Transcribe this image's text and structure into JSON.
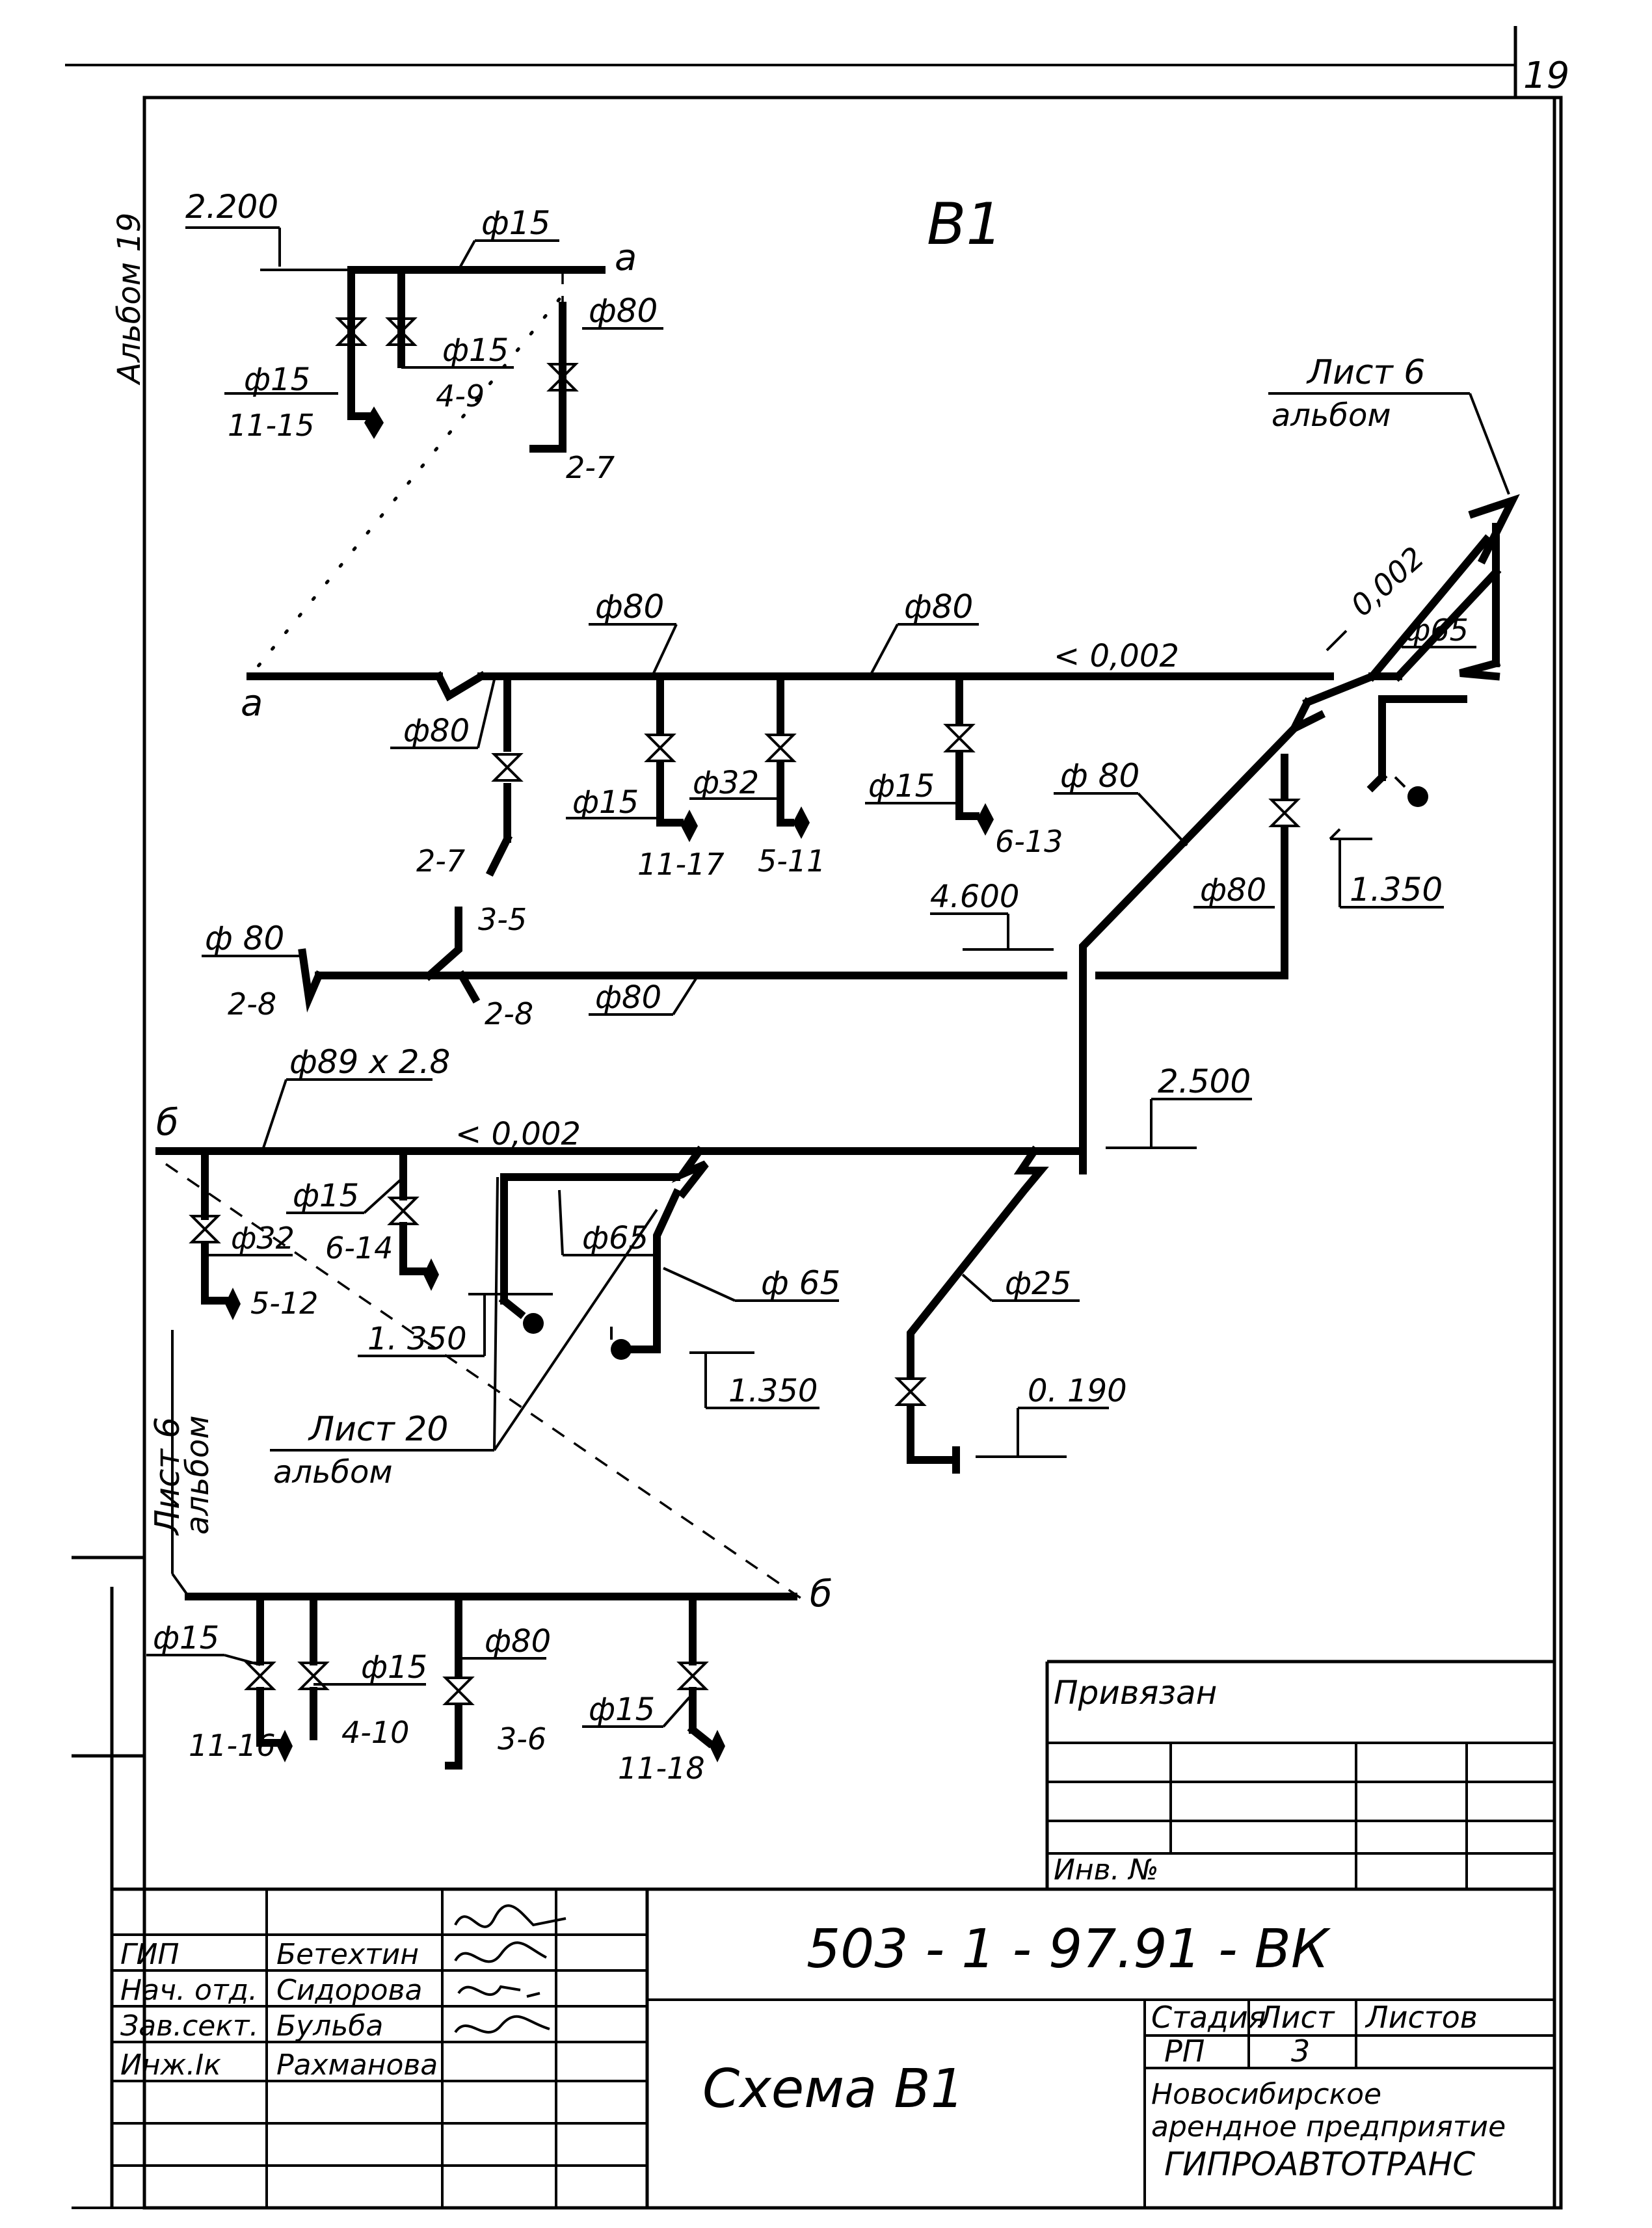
{
  "page": {
    "number": "19",
    "album_side": "Альбом 19",
    "scheme_title": "В1"
  },
  "stubs": {
    "a_left": "а",
    "a_right": "а",
    "b_top": "б",
    "b_bottom": "б"
  },
  "labels": {
    "d15_top": "ф15",
    "d80_top": "ф80",
    "d15_top_left": "ф15",
    "d15_top_mid": "ф15",
    "n_11_15": "11-15",
    "n_4_9": "4-9",
    "n_2_7_top": "2-7",
    "elev_2200": "2.200",
    "sheet6_top_a": "Лист 6",
    "sheet6_top_b": "альбом",
    "d80_main_1": "ф80",
    "d80_main_2": "ф80",
    "slope_main": "< 0,002",
    "slope_riser": "0,002",
    "d65_right": "ф65",
    "d80_br1": "ф80",
    "n_2_7_mid": "2-7",
    "d15_br2": "ф15",
    "n_11_17": "11-17",
    "d32_br3": "ф32",
    "n_5_11": "5-11",
    "d15_br4": "ф15",
    "n_6_13": "6-13",
    "d80_diag": "ф 80",
    "d80_right_drop": "ф80",
    "elev_1350_r": "1.350",
    "elev_4600": "4.600",
    "d80_left": "ф 80",
    "n_2_8_left": "2-8",
    "n_3_5": "3-5",
    "n_2_8_mid": "2-8",
    "d80_low": "ф80",
    "d89": "ф89 х 2.8",
    "slope_b": "< 0,002",
    "elev_2500": "2.500",
    "d15_b1": "ф15",
    "d32_b1": "ф32",
    "n_6_14": "6-14",
    "n_5_12": "5-12",
    "d65_b": "ф65",
    "d65_b2": "ф 65",
    "elev_1350_l": "1. 350",
    "elev_1350_m": "1.350",
    "d25": "ф25",
    "elev_0190": "0. 190",
    "sheet20_a": "Лист 20",
    "sheet20_b": "альбом",
    "sheet6_side_a": "Лист 6",
    "sheet6_side_b": "альбом",
    "d15_bb1": "ф15",
    "d15_bb2": "ф15",
    "d80_bb3": "ф80",
    "d15_bb4": "ф15",
    "n_11_16": "11-16",
    "n_4_10": "4-10",
    "n_3_6": "3-6",
    "n_11_18": "11-18"
  },
  "stamp": {
    "privyazan": "Привязан",
    "inv_no": "Инв. №",
    "code": "503 - 1 - 97.91 - ВК",
    "title": "Схема В1",
    "stage_h": "Стадия",
    "sheet_h": "Лист",
    "sheets_h": "Листов",
    "stage": "РП",
    "sheet": "3",
    "org1": "Новосибирское",
    "org2": "арендное предприятие",
    "org3": "ГИПРОАВТОТРАНС",
    "roles": [
      "ГИП",
      "Нач. отд.",
      "Зав.сект.",
      "Инж.Iк"
    ],
    "names": [
      "Бетехтин",
      "Сидорова",
      "Бульба",
      "Рахманова"
    ]
  }
}
